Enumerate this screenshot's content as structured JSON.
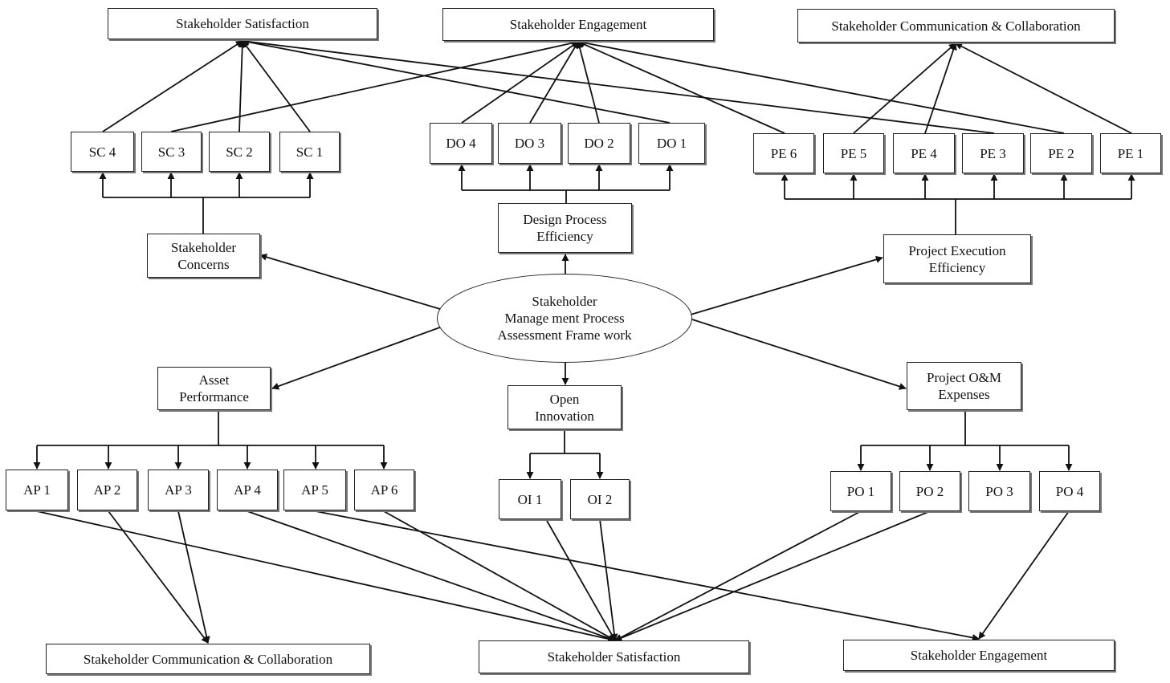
{
  "center": "Stakeholder\nManage ment Process\nAssessment Frame work",
  "top_outcomes": {
    "satisfaction": "Stakeholder Satisfaction",
    "engagement": "Stakeholder Engagement",
    "communication": "Stakeholder Communication & Collaboration"
  },
  "bottom_outcomes": {
    "communication": "Stakeholder Communication & Collaboration",
    "satisfaction": "Stakeholder Satisfaction",
    "engagement": "Stakeholder Engagement"
  },
  "dimensions": {
    "stakeholder_concerns": "Stakeholder\nConcerns",
    "design_process": "Design Process\nEfficiency",
    "project_execution": "Project Execution\nEfficiency",
    "asset_performance": "Asset\nPerformance",
    "open_innovation": "Open\nInnovation",
    "project_om": "Project O&M\nExpenses"
  },
  "indicators": {
    "sc": [
      "SC 4",
      "SC 3",
      "SC 2",
      "SC 1"
    ],
    "do": [
      "DO 4",
      "DO 3",
      "DO 2",
      "DO 1"
    ],
    "pe": [
      "PE 6",
      "PE 5",
      "PE 4",
      "PE 3",
      "PE 2",
      "PE 1"
    ],
    "ap": [
      "AP 1",
      "AP 2",
      "AP 3",
      "AP 4",
      "AP 5",
      "AP 6"
    ],
    "oi": [
      "OI 1",
      "OI 2"
    ],
    "po": [
      "PO 1",
      "PO 2",
      "PO 3",
      "PO 4"
    ]
  }
}
